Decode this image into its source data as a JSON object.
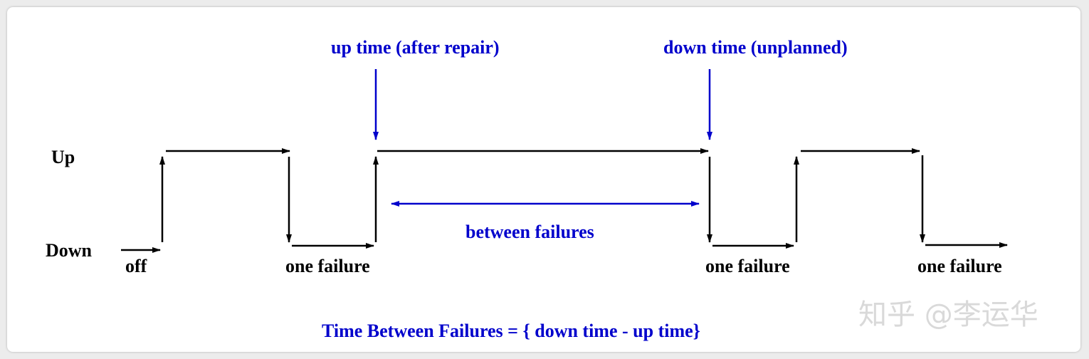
{
  "labels": {
    "up": "Up",
    "down": "Down",
    "off": "off",
    "failure_1": "one failure",
    "failure_2": "one failure",
    "failure_3": "one failure",
    "up_time": "up time (after repair)",
    "down_time": "down time (unplanned)",
    "between": "between failures",
    "formula": "Time Between Failures = { down time - up time}"
  },
  "watermark": "知乎 @李运华",
  "colors": {
    "accent": "#0000cc",
    "line": "#000000",
    "watermark": "#d9d9d9"
  }
}
